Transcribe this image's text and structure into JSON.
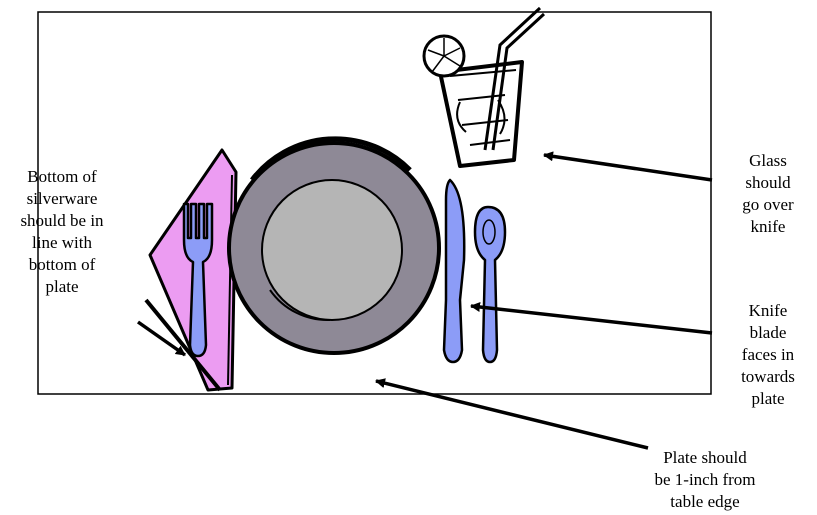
{
  "colors": {
    "plate_rim": "#8e8996",
    "plate_center": "#b5b5b5",
    "napkin": "#ec9cf2",
    "silverware": "#8c9cf7",
    "outline": "#000000"
  },
  "icons": [
    "plate",
    "napkin",
    "fork",
    "knife",
    "spoon",
    "glass-with-straw-and-lemon"
  ],
  "labels": {
    "silverware": "Bottom of\nsilverware\nshould be in\nline with\nbottom of\nplate",
    "glass": "Glass\nshould\ngo over\nknife",
    "knife": "Knife\nblade\nfaces in\ntowards\nplate",
    "plate": "Plate should\nbe 1-inch from\ntable edge"
  }
}
